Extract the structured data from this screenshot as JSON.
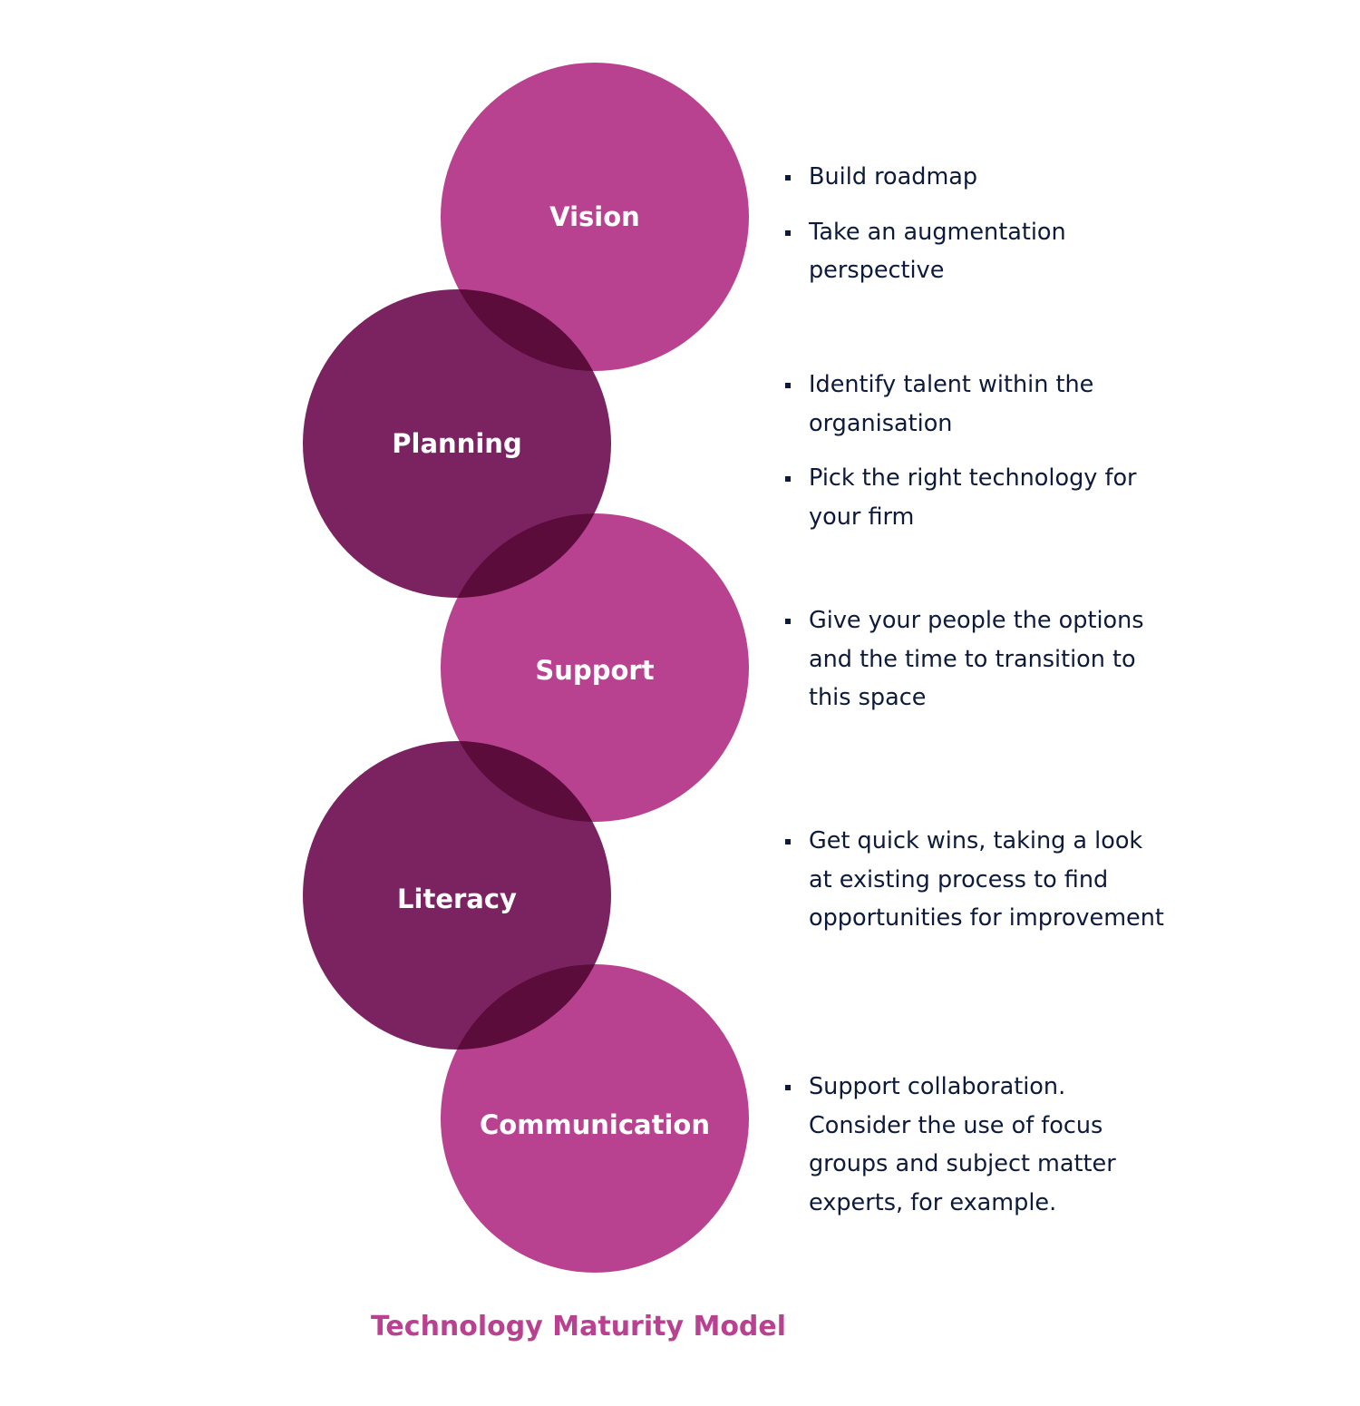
{
  "colors": {
    "light": "#b8428f",
    "dark": "#7b2360",
    "overlap": "#5c0c3b",
    "text": "#0d1a3a"
  },
  "stages": [
    {
      "label": "Vision",
      "tone": "light",
      "bullets": [
        "Build roadmap",
        "Take an augmentation perspective"
      ]
    },
    {
      "label": "Planning",
      "tone": "dark",
      "bullets": [
        "Identify talent within the organisation",
        "Pick the right technology for your firm"
      ]
    },
    {
      "label": "Support",
      "tone": "light",
      "bullets": [
        "Give your people the options and the time to transition to this space"
      ]
    },
    {
      "label": "Literacy",
      "tone": "dark",
      "bullets": [
        "Get quick wins, taking a look at existing process to find opportunities for improvement"
      ]
    },
    {
      "label": "Communication",
      "tone": "light",
      "bullets": [
        "Support collaboration. Consider the use of focus groups and subject matter experts, for example."
      ]
    }
  ],
  "caption": "Technology Maturity Model"
}
